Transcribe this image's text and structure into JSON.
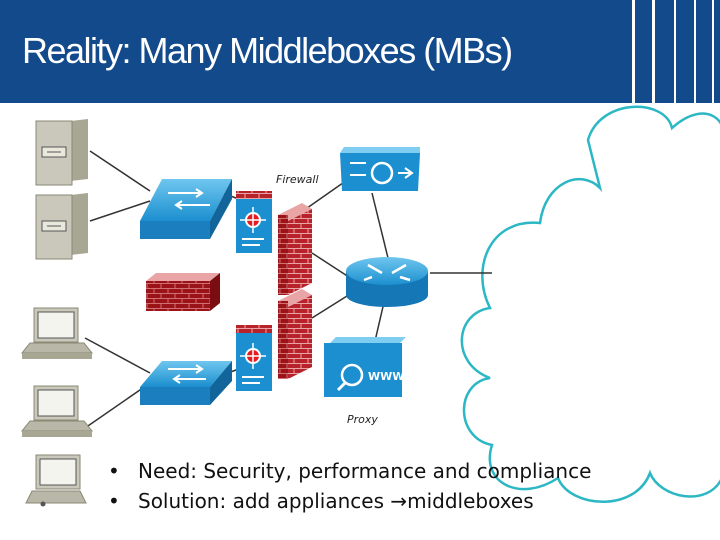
{
  "slide": {
    "title": "Reality: Many Middleboxes (MBs)"
  },
  "labels": {
    "firewall": "Firewall",
    "proxy": "Proxy",
    "www": "WWW"
  },
  "bullets": [
    {
      "bullet": "•",
      "text": "Need: Security, performance and compliance"
    },
    {
      "bullet": "•",
      "text": "Solution: add appliances →middleboxes"
    }
  ],
  "colors": {
    "title_bar": "#134a8c",
    "device_blue": "#1b8fcf",
    "firewall_red": "#b8232b",
    "cloud_outline": "#2bb7c4",
    "server_gray": "#c9c8bb"
  },
  "icons": [
    "server-icon",
    "switch-icon",
    "firewall-icon",
    "ids-icon",
    "router-icon",
    "vpn-icon",
    "proxy-icon",
    "desktop-icon",
    "laptop-icon",
    "cloud-icon"
  ]
}
